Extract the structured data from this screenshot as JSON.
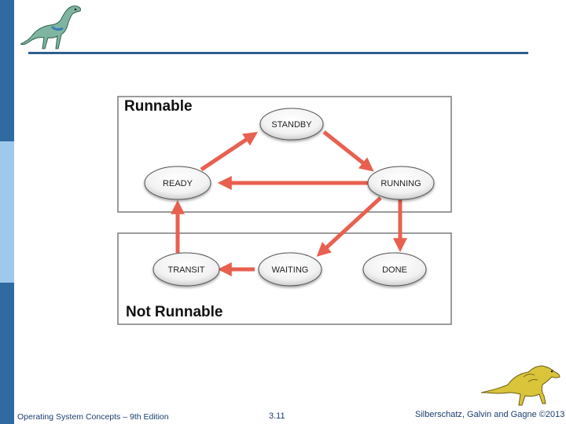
{
  "slide": {
    "footer_left": "Operating System Concepts – 9th Edition",
    "page_number": "3.11",
    "footer_right": "Silberschatz, Galvin and Gagne ©2013"
  },
  "diagram": {
    "groups": {
      "runnable": "Runnable",
      "not_runnable": "Not Runnable"
    },
    "states": {
      "standby": "STANDBY",
      "ready": "READY",
      "running": "RUNNING",
      "transit": "TRANSIT",
      "waiting": "WAITING",
      "done": "DONE"
    },
    "transitions": [
      {
        "from": "READY",
        "to": "STANDBY"
      },
      {
        "from": "STANDBY",
        "to": "RUNNING"
      },
      {
        "from": "RUNNING",
        "to": "READY"
      },
      {
        "from": "RUNNING",
        "to": "WAITING"
      },
      {
        "from": "RUNNING",
        "to": "DONE"
      },
      {
        "from": "WAITING",
        "to": "TRANSIT"
      },
      {
        "from": "TRANSIT",
        "to": "READY"
      }
    ]
  },
  "colors": {
    "arrow": "#e8604f",
    "accent_dark": "#2f6aa0",
    "accent_light": "#9ec8ec"
  }
}
